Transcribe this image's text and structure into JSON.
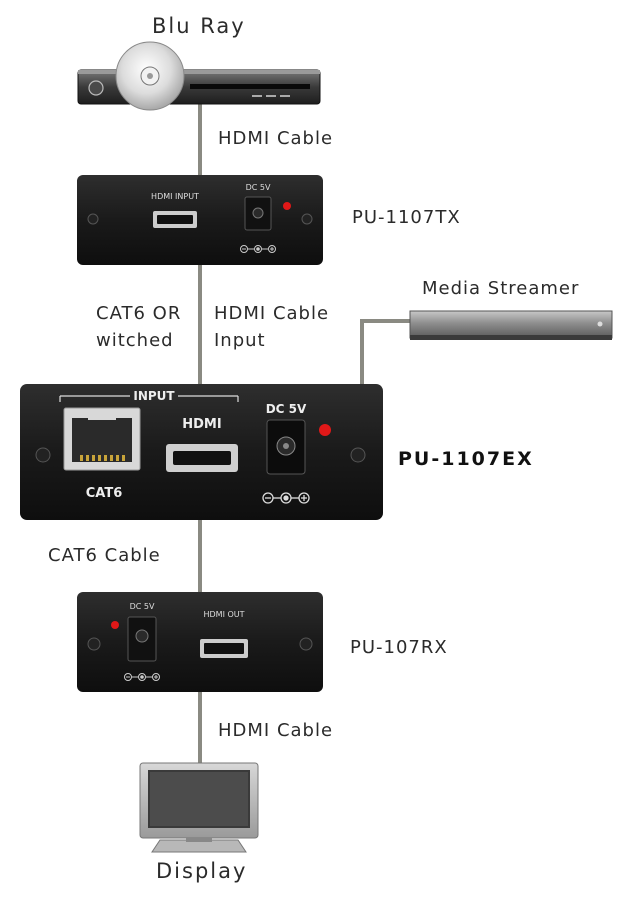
{
  "devices": {
    "source": {
      "label": "Blu Ray"
    },
    "transmitter": {
      "label": "PU-1107TX",
      "port_hdmi": "HDMI INPUT",
      "port_dc": "DC 5V"
    },
    "extender": {
      "label": "PU-1107EX",
      "group_label": "INPUT",
      "port_cat6": "CAT6",
      "port_hdmi": "HDMI",
      "port_dc": "DC 5V"
    },
    "receiver": {
      "label": "PU-107RX",
      "port_dc": "DC 5V",
      "port_hdmi": "HDMI OUT"
    },
    "streamer": {
      "label": "Media Streamer"
    },
    "display": {
      "label": "Display"
    }
  },
  "connections": {
    "source_to_tx": "HDMI Cable",
    "tx_to_ex_line1": "CAT6 OR",
    "tx_to_ex_line2": "witched",
    "streamer_to_ex_line1": "HDMI Cable",
    "streamer_to_ex_line2": "Input",
    "ex_to_rx": "CAT6 Cable",
    "rx_to_display": "HDMI Cable"
  },
  "colors": {
    "device_body": "#1c1c1c",
    "cable": "#8a8a82",
    "led": "#e01818",
    "streamer_body": "#9a9a9a"
  }
}
